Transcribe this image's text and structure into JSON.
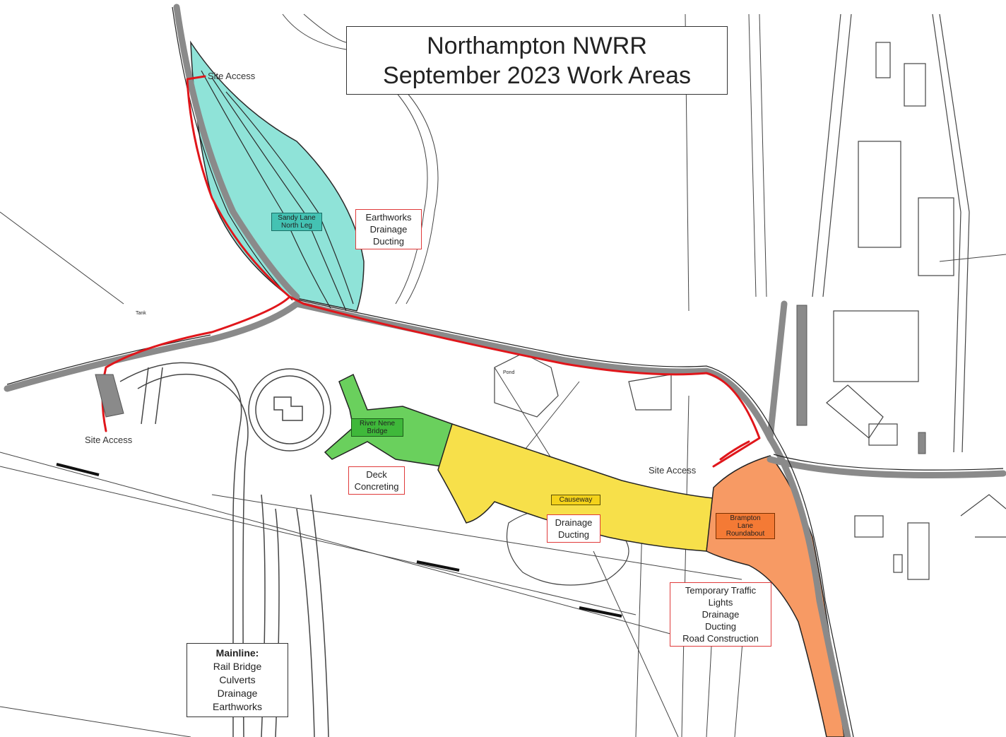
{
  "title": {
    "line1": "Northampton NWRR",
    "line2": "September 2023 Work Areas"
  },
  "site_access": [
    "Site Access",
    "Site Access",
    "Site Access"
  ],
  "areas": {
    "sandy_lane": {
      "label_line1": "Sandy Lane",
      "label_line2": "North Leg",
      "color": "#44c2b3"
    },
    "river_nene": {
      "label_line1": "River Nene",
      "label_line2": "Bridge",
      "color": "#3fb83a"
    },
    "causeway": {
      "label": "Causeway",
      "color": "#f4d21a"
    },
    "brampton": {
      "label_line1": "Brampton",
      "label_line2": "Lane",
      "label_line3": "Roundabout",
      "color": "#f47a35"
    }
  },
  "work_notes": {
    "sandy_lane": [
      "Earthworks",
      "Drainage",
      "Ducting"
    ],
    "river_nene": [
      "Deck",
      "Concreting"
    ],
    "causeway": [
      "Drainage",
      "Ducting"
    ],
    "brampton": [
      "Temporary Traffic",
      "Lights",
      "Drainage",
      "Ducting",
      "Road Construction"
    ],
    "mainline": {
      "heading": "Mainline:",
      "items": [
        "Rail Bridge",
        "Culverts",
        "Drainage",
        "Earthworks"
      ]
    }
  },
  "minor_labels": {
    "pond": "Pond",
    "tank": "Tank"
  },
  "colors": {
    "route_red": "#e0161b",
    "road_grey": "#8a8a8a",
    "outline": "#222222"
  }
}
